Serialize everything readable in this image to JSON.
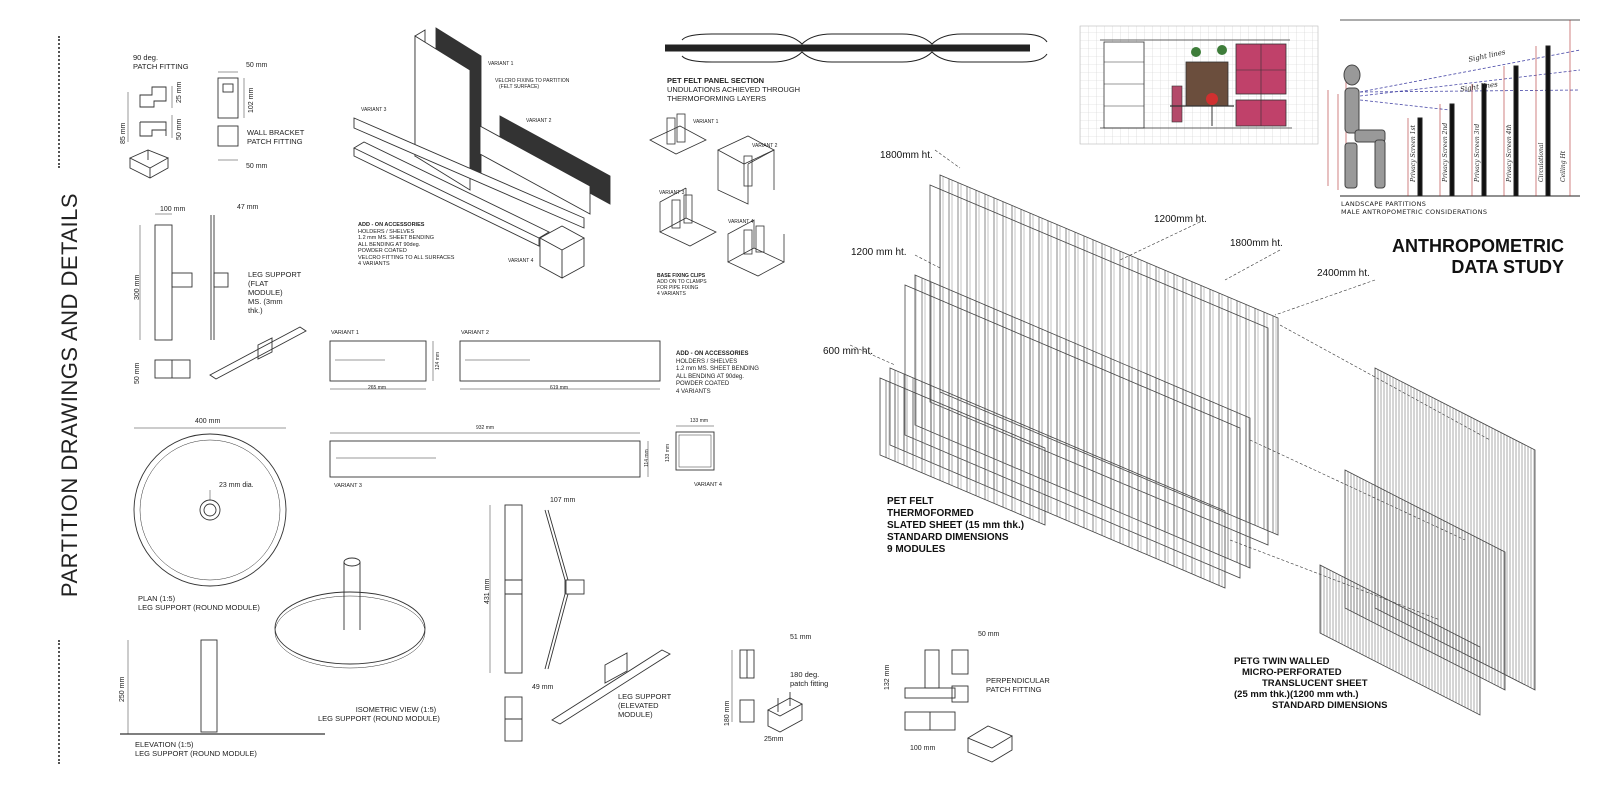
{
  "sheet": {
    "title": "PARTITION DRAWINGS AND DETAILS"
  },
  "fittings": {
    "ninety_deg": [
      "90 deg.",
      "PATCH FITTING"
    ],
    "ninety_dims": {
      "a": "25 mm",
      "b": "50 mm",
      "c": "85 mm"
    },
    "wall_bracket": [
      "WALL BRACKET",
      "PATCH FITTING"
    ],
    "wall_dims": {
      "top": "50 mm",
      "side": "102 mm",
      "bottom": "50 mm"
    },
    "one_eighty": [
      "180 deg.",
      "patch fitting"
    ],
    "one_eighty_dims": {
      "top": "51 mm",
      "side": "180 mm",
      "bottom": "25mm"
    },
    "perpendicular": [
      "PERPENDICULAR",
      "PATCH FITTING"
    ],
    "perp_dims": {
      "top": "50 mm",
      "side": "132 mm",
      "bottom": "100 mm"
    }
  },
  "leg_flat": {
    "label": [
      "LEG SUPPORT",
      "(FLAT",
      "MODULE)",
      "MS. (3mm",
      "thk.)"
    ],
    "dims": {
      "width": "100 mm",
      "thk": "47 mm",
      "height": "300 mm",
      "base": "50 mm"
    }
  },
  "leg_round": {
    "plan": [
      "PLAN (1:5)",
      "LEG SUPPORT (ROUND MODULE)"
    ],
    "dia": "400 mm",
    "pipe": "23 mm dia.",
    "iso": [
      "ISOMETRIC VIEW (1:5)",
      "LEG SUPPORT (ROUND MODULE)"
    ],
    "elev": [
      "ELEVATION (1:5)",
      "LEG SUPPORT (ROUND MODULE)"
    ],
    "elev_h": "250 mm"
  },
  "leg_elevated": {
    "label": [
      "LEG SUPPORT",
      "(ELEVATED",
      "MODULE)"
    ],
    "dims": {
      "w": "107 mm",
      "h": "431 mm",
      "b": "49 mm"
    }
  },
  "variants_iso": {
    "v1": "VARIANT 1",
    "v2": "VARIANT 2",
    "v3": "VARIANT 3",
    "v4": "VARIANT 4",
    "velcro": [
      "VELCRO FIXING TO PARTITION",
      "(FELT SURFACE)"
    ],
    "note": [
      "ADD - ON ACCESSORIES",
      "HOLDERS / SHELVES",
      "1.2 mm MS. SHEET BENDING",
      "ALL BENDING AT 90deg.",
      "POWDER COATED",
      "VELCRO FITTING TO ALL SURFACES",
      "4 VARIANTS"
    ]
  },
  "variants_ortho": {
    "v1": "VARIANT 1",
    "v2": "VARIANT 2",
    "v3": "VARIANT 3",
    "v4": "VARIANT 4",
    "d1w": "265 mm",
    "d1h": "124 mm",
    "d2w": "619 mm",
    "d3w": "932 mm",
    "d3h": "114 mm",
    "d4w": "133 mm",
    "d4h": "133 mm",
    "note": [
      "ADD - ON ACCESSORIES",
      "HOLDERS / SHELVES",
      "1.2 mm MS. SHEET BENDING",
      "ALL BENDING AT 90deg.",
      "POWDER COATED",
      "4 VARIANTS"
    ]
  },
  "felt_section": {
    "label": [
      "PET FELT PANEL SECTION",
      "UNDULATIONS ACHIEVED THROUGH",
      "THERMOFORMING LAYERS"
    ]
  },
  "base_clips": {
    "v1": "VARIANT 1",
    "v2": "VARIANT 2",
    "v3": "VARIANT 3",
    "v4": "VARIANT 4",
    "note": [
      "BASE FIXING CLIPS",
      "ADD ON TO CLAMPS",
      "FOR PIPE FIXING",
      "4 VARIANTS"
    ]
  },
  "panels": {
    "h1800a": "1800mm ht.",
    "h1200a": "1200mm ht.",
    "h1200b": "1200 mm ht.",
    "h1800b": "1800mm ht.",
    "h600": "600 mm ht.",
    "h2400": "2400mm ht.",
    "pet": [
      "PET FELT",
      "THERMOFORMED",
      "SLATED SHEET (15 mm thk.)",
      "STANDARD DIMENSIONS",
      "9 MODULES"
    ],
    "petg": [
      "PETG TWIN WALLED",
      "MICRO-PERFORATED",
      "TRANSLUCENT SHEET",
      "(25 mm thk.)(1200 mm wth.)",
      "STANDARD DIMENSIONS"
    ]
  },
  "anthro": {
    "title": [
      "ANTHROPOMETRIC",
      "DATA STUDY"
    ],
    "caption": [
      "LANDSCAPE  PARTITIONS",
      "MALE ANTROPOMETRIC  CONSIDERATIONS"
    ],
    "sight1": "Sight lines",
    "sight2": "Sight lines",
    "bars": [
      "Privacy Screen 1st",
      "Privacy Screen 2nd",
      "Privacy Screen 3rd",
      "Privacy Screen 4th",
      "Circulational",
      "Ceiling Ht"
    ]
  }
}
